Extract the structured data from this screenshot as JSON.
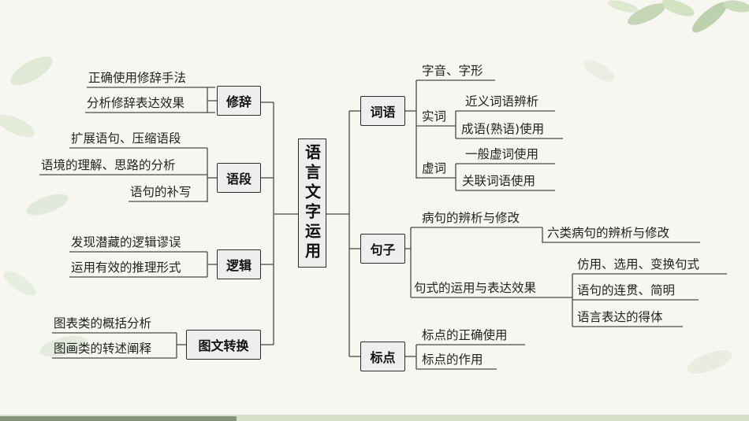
{
  "root": "语言文字运用",
  "left_branches": [
    {
      "label": "修辞",
      "items": [
        "正确使用修辞手法",
        "分析修辞表达效果"
      ]
    },
    {
      "label": "语段",
      "items": [
        "扩展语句、压缩语段",
        "语境的理解、思路的分析",
        "语句的补写"
      ]
    },
    {
      "label": "逻辑",
      "items": [
        "发现潜藏的逻辑谬误",
        "运用有效的推理形式"
      ]
    },
    {
      "label": "图文转换",
      "items": [
        "图表类的概括分析",
        "图画类的转述阐释"
      ]
    }
  ],
  "right_branches": [
    {
      "label": "词语",
      "items": [
        "字音、字形"
      ],
      "groups": [
        {
          "label": "实词",
          "items": [
            "近义词语辨析",
            "成语(熟语)使用"
          ]
        },
        {
          "label": "虚词",
          "items": [
            "一般虚词使用",
            "关联词语使用"
          ]
        }
      ]
    },
    {
      "label": "句子",
      "groups": [
        {
          "label": "病句的辨析与修改",
          "items": [
            "六类病句的辨析与修改"
          ]
        },
        {
          "label": "句式的运用与表达效果",
          "items": [
            "仿用、选用、变换句式",
            "语句的连贯、简明",
            "语言表达的得体"
          ]
        }
      ]
    },
    {
      "label": "标点",
      "items": [
        "标点的正确使用",
        "标点的作用"
      ]
    }
  ],
  "colors": {
    "background": "#f7f6f1",
    "box_fill": "#eeeeee",
    "line": "#4a4a4a",
    "leaf_green": "#9fbf8a"
  }
}
